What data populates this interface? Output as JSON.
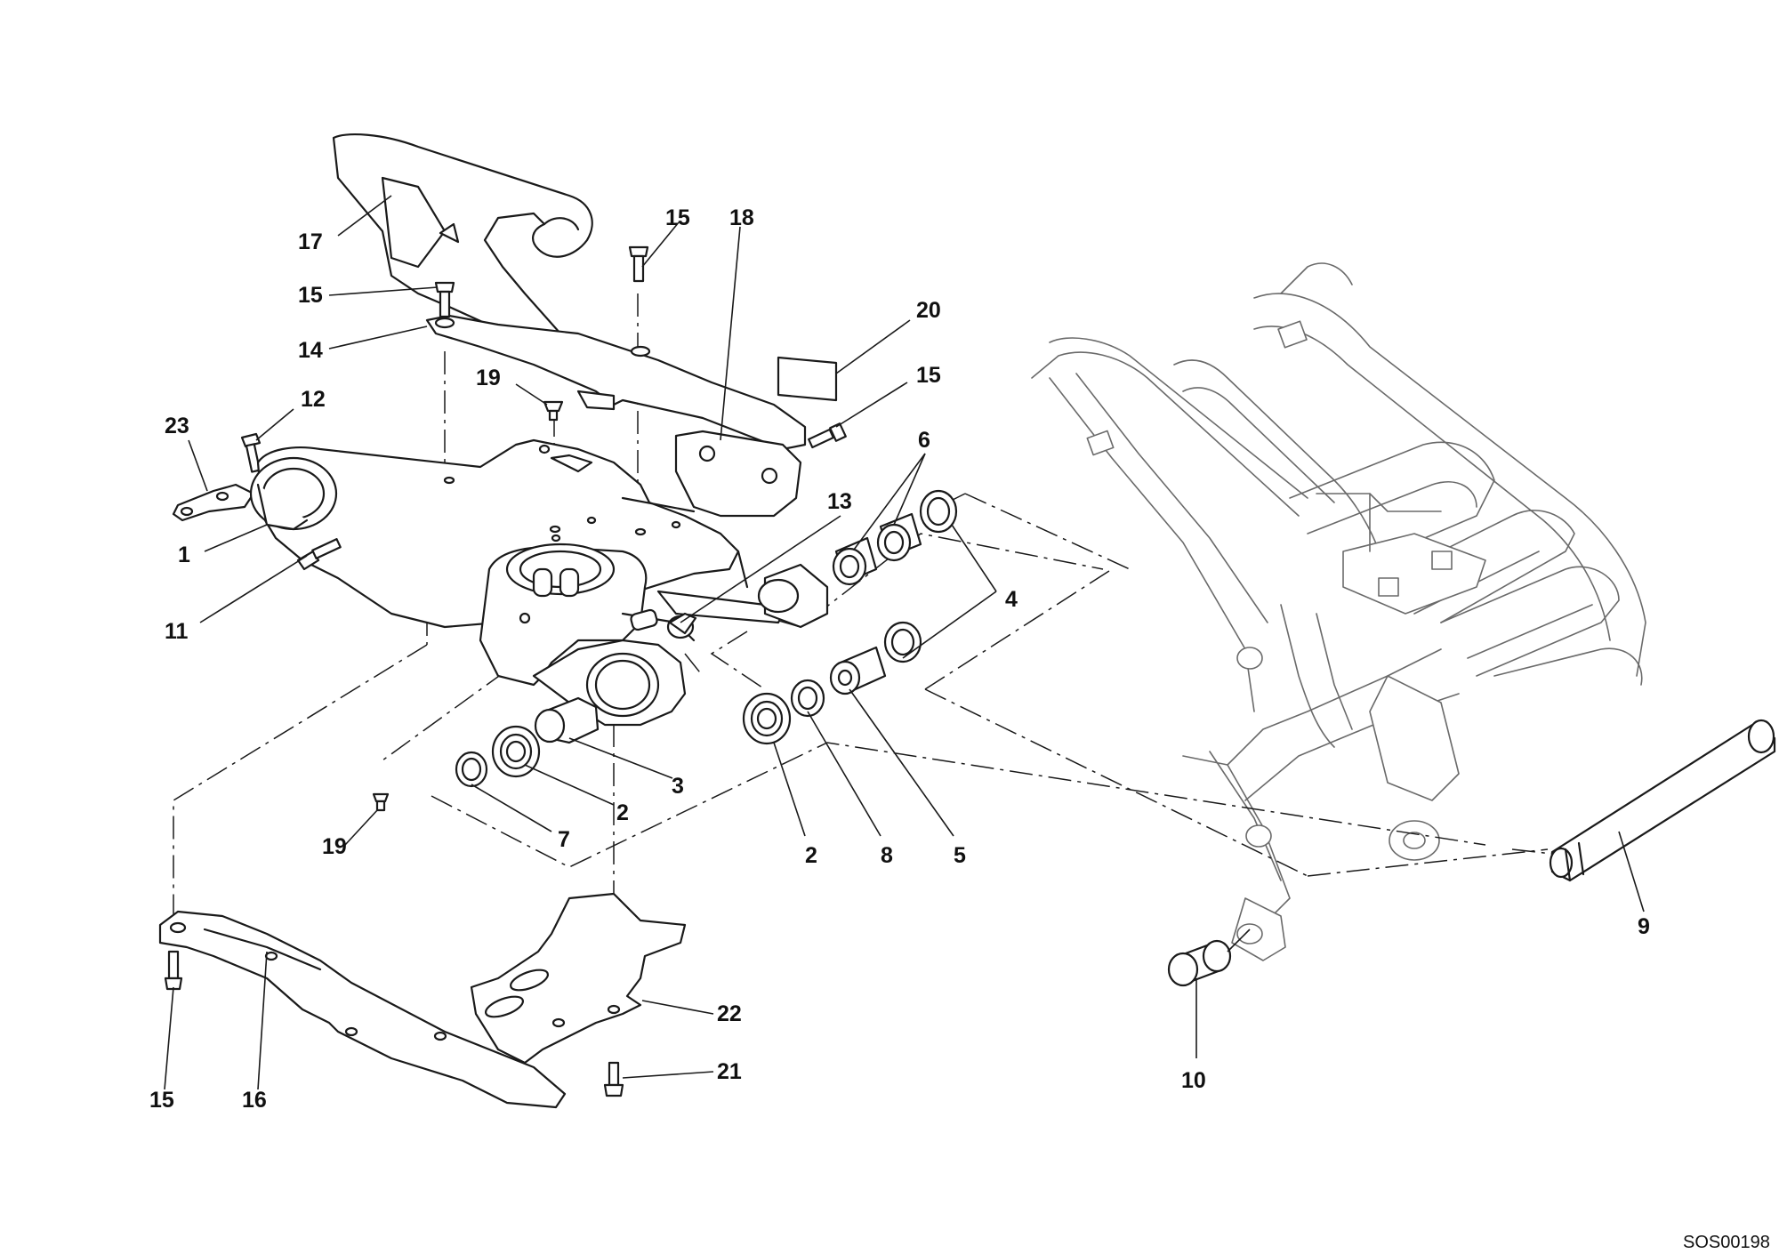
{
  "drawing_code": "SOS00198",
  "callouts": [
    {
      "id": "c17",
      "text": "17"
    },
    {
      "id": "c15a",
      "text": "15"
    },
    {
      "id": "c18",
      "text": "18"
    },
    {
      "id": "c15b",
      "text": "15"
    },
    {
      "id": "c20",
      "text": "20"
    },
    {
      "id": "c14",
      "text": "14"
    },
    {
      "id": "c15c",
      "text": "15"
    },
    {
      "id": "c19a",
      "text": "19"
    },
    {
      "id": "c12",
      "text": "12"
    },
    {
      "id": "c23",
      "text": "23"
    },
    {
      "id": "c6",
      "text": "6"
    },
    {
      "id": "c1",
      "text": "1"
    },
    {
      "id": "c13",
      "text": "13"
    },
    {
      "id": "c4",
      "text": "4"
    },
    {
      "id": "c11",
      "text": "11"
    },
    {
      "id": "c3",
      "text": "3"
    },
    {
      "id": "c2a",
      "text": "2"
    },
    {
      "id": "c7",
      "text": "7"
    },
    {
      "id": "c19b",
      "text": "19"
    },
    {
      "id": "c2b",
      "text": "2"
    },
    {
      "id": "c8",
      "text": "8"
    },
    {
      "id": "c5",
      "text": "5"
    },
    {
      "id": "c9",
      "text": "9"
    },
    {
      "id": "c22",
      "text": "22"
    },
    {
      "id": "c21",
      "text": "21"
    },
    {
      "id": "c10",
      "text": "10"
    },
    {
      "id": "c15d",
      "text": "15"
    },
    {
      "id": "c16",
      "text": "16"
    }
  ]
}
